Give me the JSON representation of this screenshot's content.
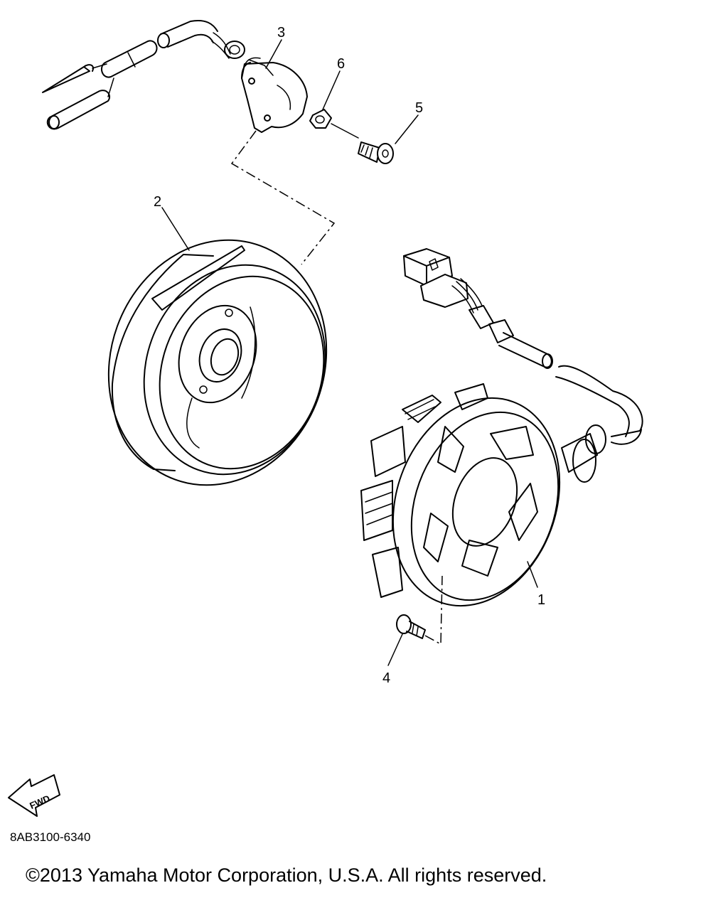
{
  "diagram": {
    "callouts": [
      {
        "id": "1",
        "label": "1"
      },
      {
        "id": "2",
        "label": "2"
      },
      {
        "id": "3",
        "label": "3"
      },
      {
        "id": "4",
        "label": "4"
      },
      {
        "id": "5",
        "label": "5"
      },
      {
        "id": "6",
        "label": "6"
      }
    ],
    "fwd_label": "FWD"
  },
  "footer": {
    "diagram_code": "8AB3100-6340",
    "copyright": "©2013 Yamaha Motor Corporation, U.S.A. All rights reserved."
  }
}
